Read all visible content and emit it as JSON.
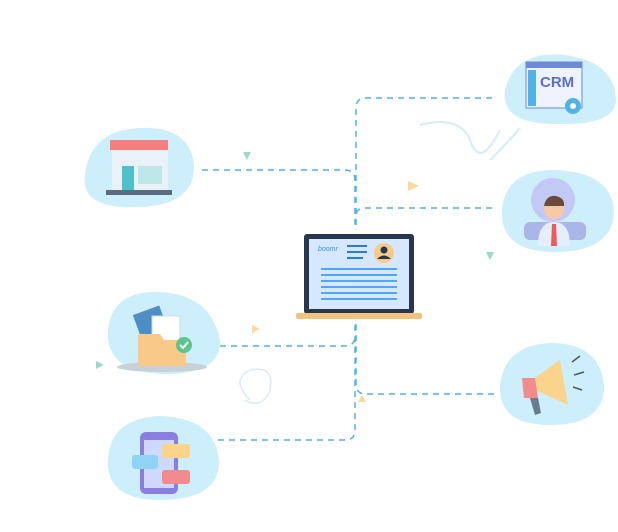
{
  "center": {
    "label": "laptop-profile",
    "logo_text": "boomr"
  },
  "nodes": [
    {
      "name": "store",
      "side": "left"
    },
    {
      "name": "documents-folder",
      "side": "left"
    },
    {
      "name": "mobile-chat",
      "side": "left"
    },
    {
      "name": "crm",
      "side": "right",
      "text": "CRM"
    },
    {
      "name": "support-agent",
      "side": "right"
    },
    {
      "name": "megaphone",
      "side": "right"
    }
  ],
  "colors": {
    "blob": "#cdeefb",
    "connector": "#4fb3e8",
    "laptop": "#283650",
    "screen": "#d6e8ff"
  }
}
